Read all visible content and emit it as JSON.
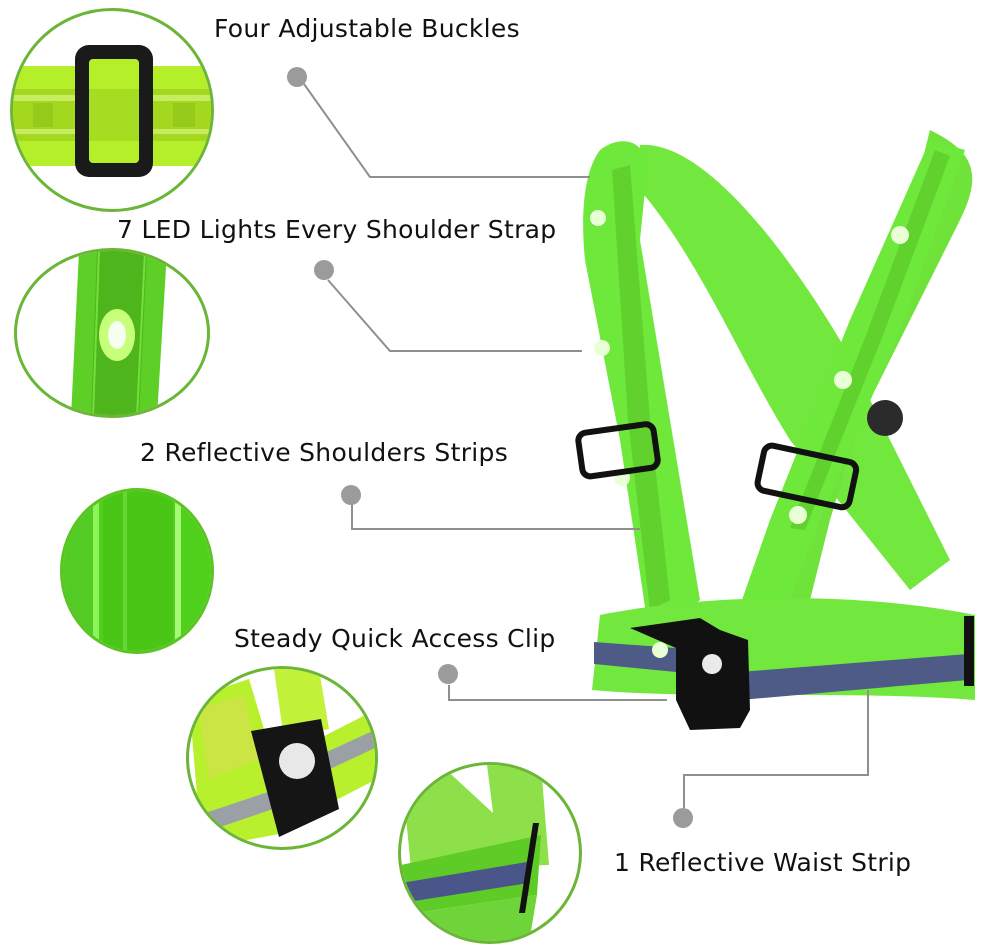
{
  "callouts": [
    {
      "id": "buckles",
      "text": "Four Adjustable Buckles"
    },
    {
      "id": "led",
      "text": "7 LED Lights Every Shoulder Strap"
    },
    {
      "id": "shoulder_strips",
      "text": "2 Reflective Shoulders Strips"
    },
    {
      "id": "clip",
      "text": "Steady Quick Access Clip"
    },
    {
      "id": "waist",
      "text": "1 Reflective Waist Strip"
    }
  ],
  "colors": {
    "strap_green": "#6ee83a",
    "strap_dark_green": "#4cc21f",
    "lime": "#b6f03a",
    "reflective_strip": "#4d5b86",
    "reflective_grey": "#9aa0a6",
    "buckle_black": "#141414",
    "connector_grey": "#8f8f8f",
    "circle_border": "#6bb537"
  }
}
